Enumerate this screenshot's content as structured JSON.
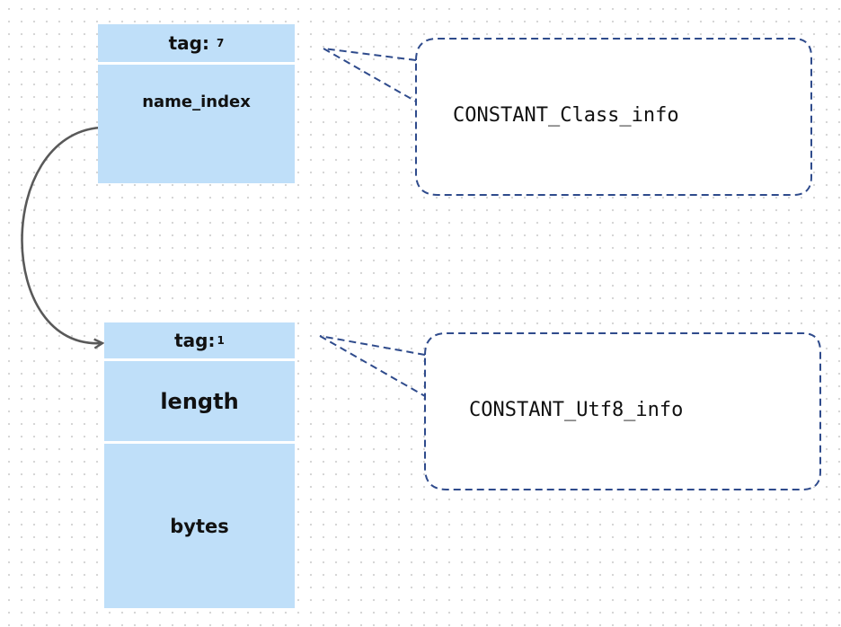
{
  "class_info": {
    "tag_label": "tag:",
    "tag_value": "7",
    "name_index_label": "name_index",
    "callout": "CONSTANT_Class_info"
  },
  "utf8_info": {
    "tag_label": "tag:",
    "tag_value": "1",
    "length_label": "length",
    "bytes_label": "bytes",
    "callout": "CONSTANT_Utf8_info"
  },
  "colors": {
    "block_fill": "#bfdff9",
    "callout_border": "#2f4b8c",
    "arrow": "#595959"
  }
}
